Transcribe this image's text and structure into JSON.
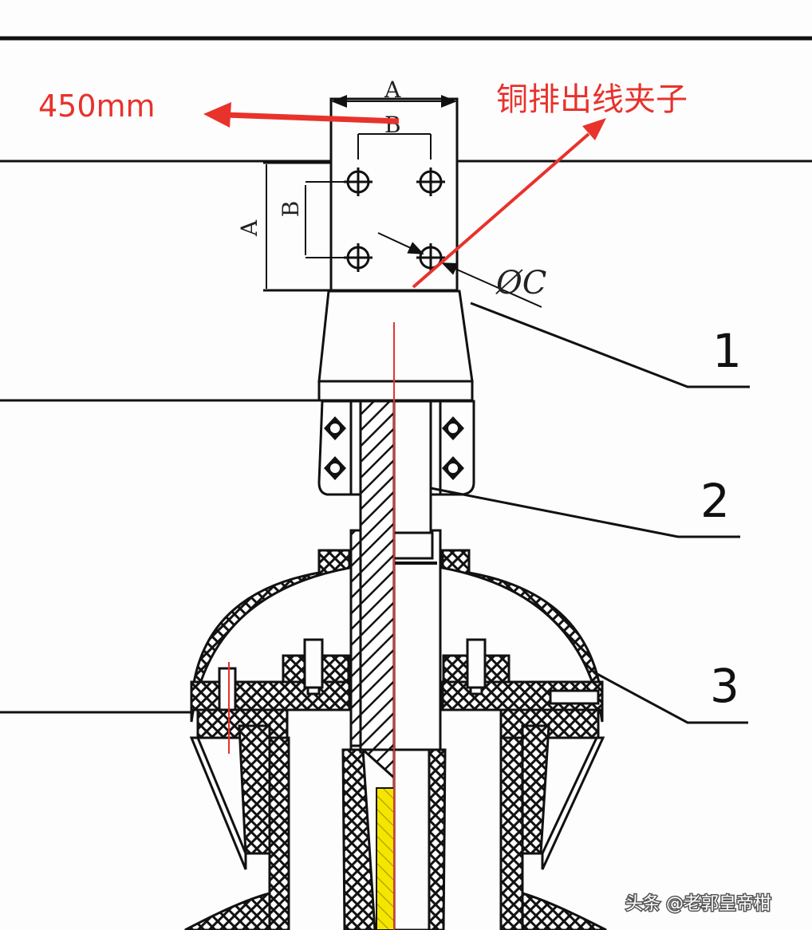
{
  "annotations": {
    "length_text": "450mm",
    "clamp_text": "铜排出线夹子",
    "accent_color": "#e8322c"
  },
  "dimensions": {
    "width_label": "A",
    "hole_pitch_label": "B",
    "height_label": "A",
    "vertical_pitch_label": "B",
    "hole_diameter_label": "ØC"
  },
  "callouts": [
    "1",
    "2",
    "3"
  ],
  "watermark": "头条 @老郭皇帝柑"
}
